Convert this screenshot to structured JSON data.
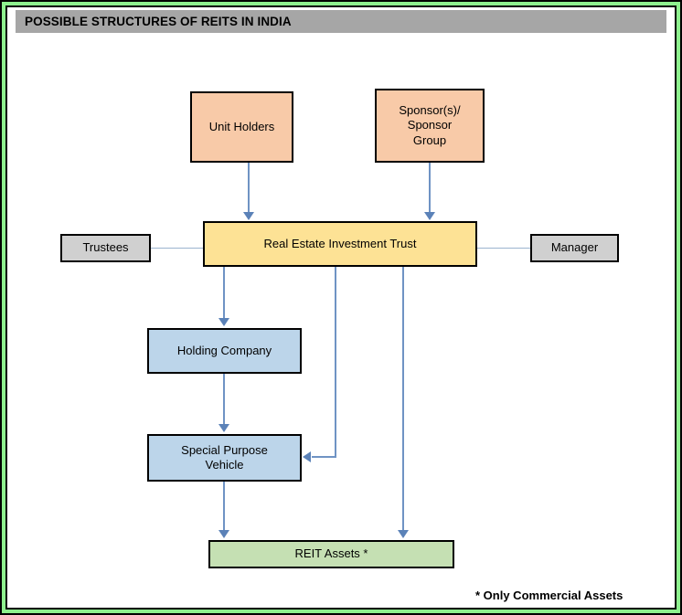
{
  "title": {
    "text": "POSSIBLE STRUCTURES OF REITS IN INDIA"
  },
  "diagram": {
    "type": "flowchart",
    "nodes": [
      {
        "id": "unit-holders",
        "label": "Unit Holders",
        "fill": "#f8caa8"
      },
      {
        "id": "sponsor",
        "label": "Sponsor(s)/\nSponsor\nGroup",
        "line1": "Sponsor(s)/",
        "line2": "Sponsor",
        "line3": "Group",
        "fill": "#f8caa8"
      },
      {
        "id": "reit",
        "label": "Real Estate Investment Trust",
        "fill": "#fde295"
      },
      {
        "id": "trustees",
        "label": "Trustees",
        "fill": "#d0d0d0"
      },
      {
        "id": "manager",
        "label": "Manager",
        "fill": "#d0d0d0"
      },
      {
        "id": "holding-company",
        "label": "Holding Company",
        "fill": "#bcd5ea"
      },
      {
        "id": "special-purpose-vehicle",
        "line1": "Special Purpose",
        "line2": "Vehicle",
        "fill": "#bcd5ea"
      },
      {
        "id": "reit-assets",
        "label": "REIT Assets *",
        "fill": "#c5e0b3"
      }
    ],
    "edges": [
      {
        "from": "unit-holders",
        "to": "reit",
        "style": "arrow"
      },
      {
        "from": "sponsor",
        "to": "reit",
        "style": "arrow"
      },
      {
        "from": "trustees",
        "to": "reit",
        "style": "line"
      },
      {
        "from": "reit",
        "to": "manager",
        "style": "line"
      },
      {
        "from": "reit",
        "to": "holding-company",
        "style": "arrow"
      },
      {
        "from": "holding-company",
        "to": "special-purpose-vehicle",
        "style": "arrow"
      },
      {
        "from": "special-purpose-vehicle",
        "to": "reit-assets",
        "style": "arrow"
      },
      {
        "from": "reit",
        "to": "reit-assets",
        "style": "arrow"
      },
      {
        "from": "reit",
        "to": "special-purpose-vehicle",
        "style": "elbow-arrow"
      }
    ]
  },
  "footnote": {
    "text": "* Only Commercial Assets"
  },
  "colors": {
    "frame_green": "#8ef08e",
    "frame_black": "#000000",
    "title_bar": "#a6a6a6",
    "connector": "#6f93c4",
    "arrow_head": "#5b82b8"
  }
}
